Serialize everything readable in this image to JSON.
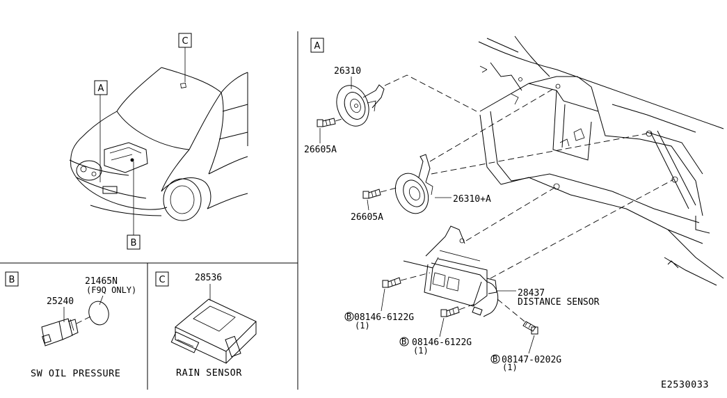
{
  "callouts": {
    "a": "A",
    "b": "B",
    "c": "C"
  },
  "parts": {
    "horn_high": "26310",
    "horn_low": "26310+A",
    "horn_bolt_1": "26605A",
    "horn_bolt_2": "26605A",
    "distance_sensor_no": "28437",
    "distance_sensor_name": "DISTANCE SENSOR",
    "bolt_a": "08146-6122G",
    "bolt_a_qty": "(1)",
    "bolt_b": "08146-6122G",
    "bolt_b_qty": "(1)",
    "bolt_c": "08147-0202G",
    "bolt_c_qty": "(1)",
    "bolt_prefix": "B",
    "oil_switch_no": "25240",
    "oil_gasket_no": "21465N",
    "oil_gasket_note": "(F9Q ONLY)",
    "oil_caption": "SW OIL PRESSURE",
    "rain_sensor_no": "28536",
    "rain_caption": "RAIN SENSOR"
  },
  "diagram_code": "E2530033"
}
